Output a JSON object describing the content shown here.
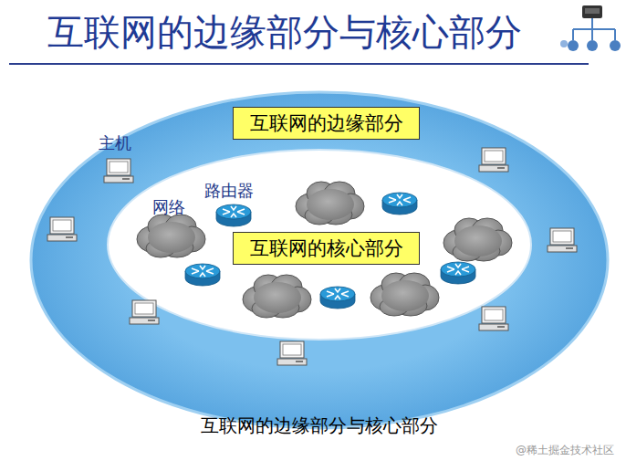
{
  "diagram": {
    "title": "互联网的边缘部分与核心部分",
    "caption": "互联网的边缘部分与核心部分",
    "nodes": [
      {
        "text": [
          "互联网的边缘部分"
        ]
      },
      {
        "text": [
          "互联网的核心部分"
        ]
      }
    ],
    "labels": [
      "主机",
      "网络",
      "路由器",
      "@稀土掘金技术社区"
    ]
  }
}
